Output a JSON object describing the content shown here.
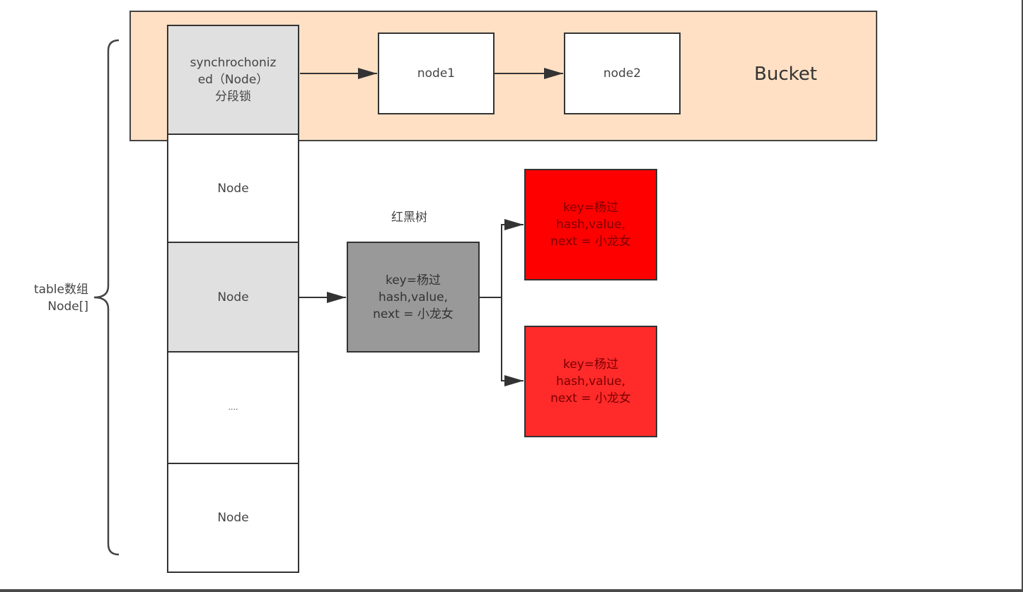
{
  "diagram": {
    "title": "ConcurrentHashMap structure",
    "bucket": {
      "label": "Bucket",
      "lock_cell": {
        "line1": "synchrochoniz",
        "line2": "ed（Node）",
        "line3": "分段锁"
      },
      "chain": [
        {
          "label": "node1"
        },
        {
          "label": "node2"
        }
      ]
    },
    "table": {
      "label_line1": "table数组",
      "label_line2": "Node[]",
      "cells": [
        {
          "label": "Node",
          "fill": "white"
        },
        {
          "label": "Node",
          "fill": "gray"
        },
        {
          "label": "....",
          "fill": "white"
        },
        {
          "label": "Node",
          "fill": "white"
        }
      ]
    },
    "tree": {
      "label": "红黑树",
      "root": {
        "line1": "key=杨过",
        "line2": "hash,value,",
        "line3": "next = 小龙女"
      },
      "children": [
        {
          "line1": "key=杨过",
          "line2": "hash,value,",
          "line3": "next = 小龙女"
        },
        {
          "line1": "key=杨过",
          "line2": "hash,value,",
          "line3": "next = 小龙女"
        }
      ]
    },
    "colors": {
      "bucket_fill": "#FFE0C4",
      "lock_cell_fill": "#E0E0E0",
      "tree_root_fill": "#999999",
      "tree_child1_fill": "#FF0000",
      "tree_child2_fill": "#FF2A2A",
      "stroke": "#333333"
    }
  }
}
